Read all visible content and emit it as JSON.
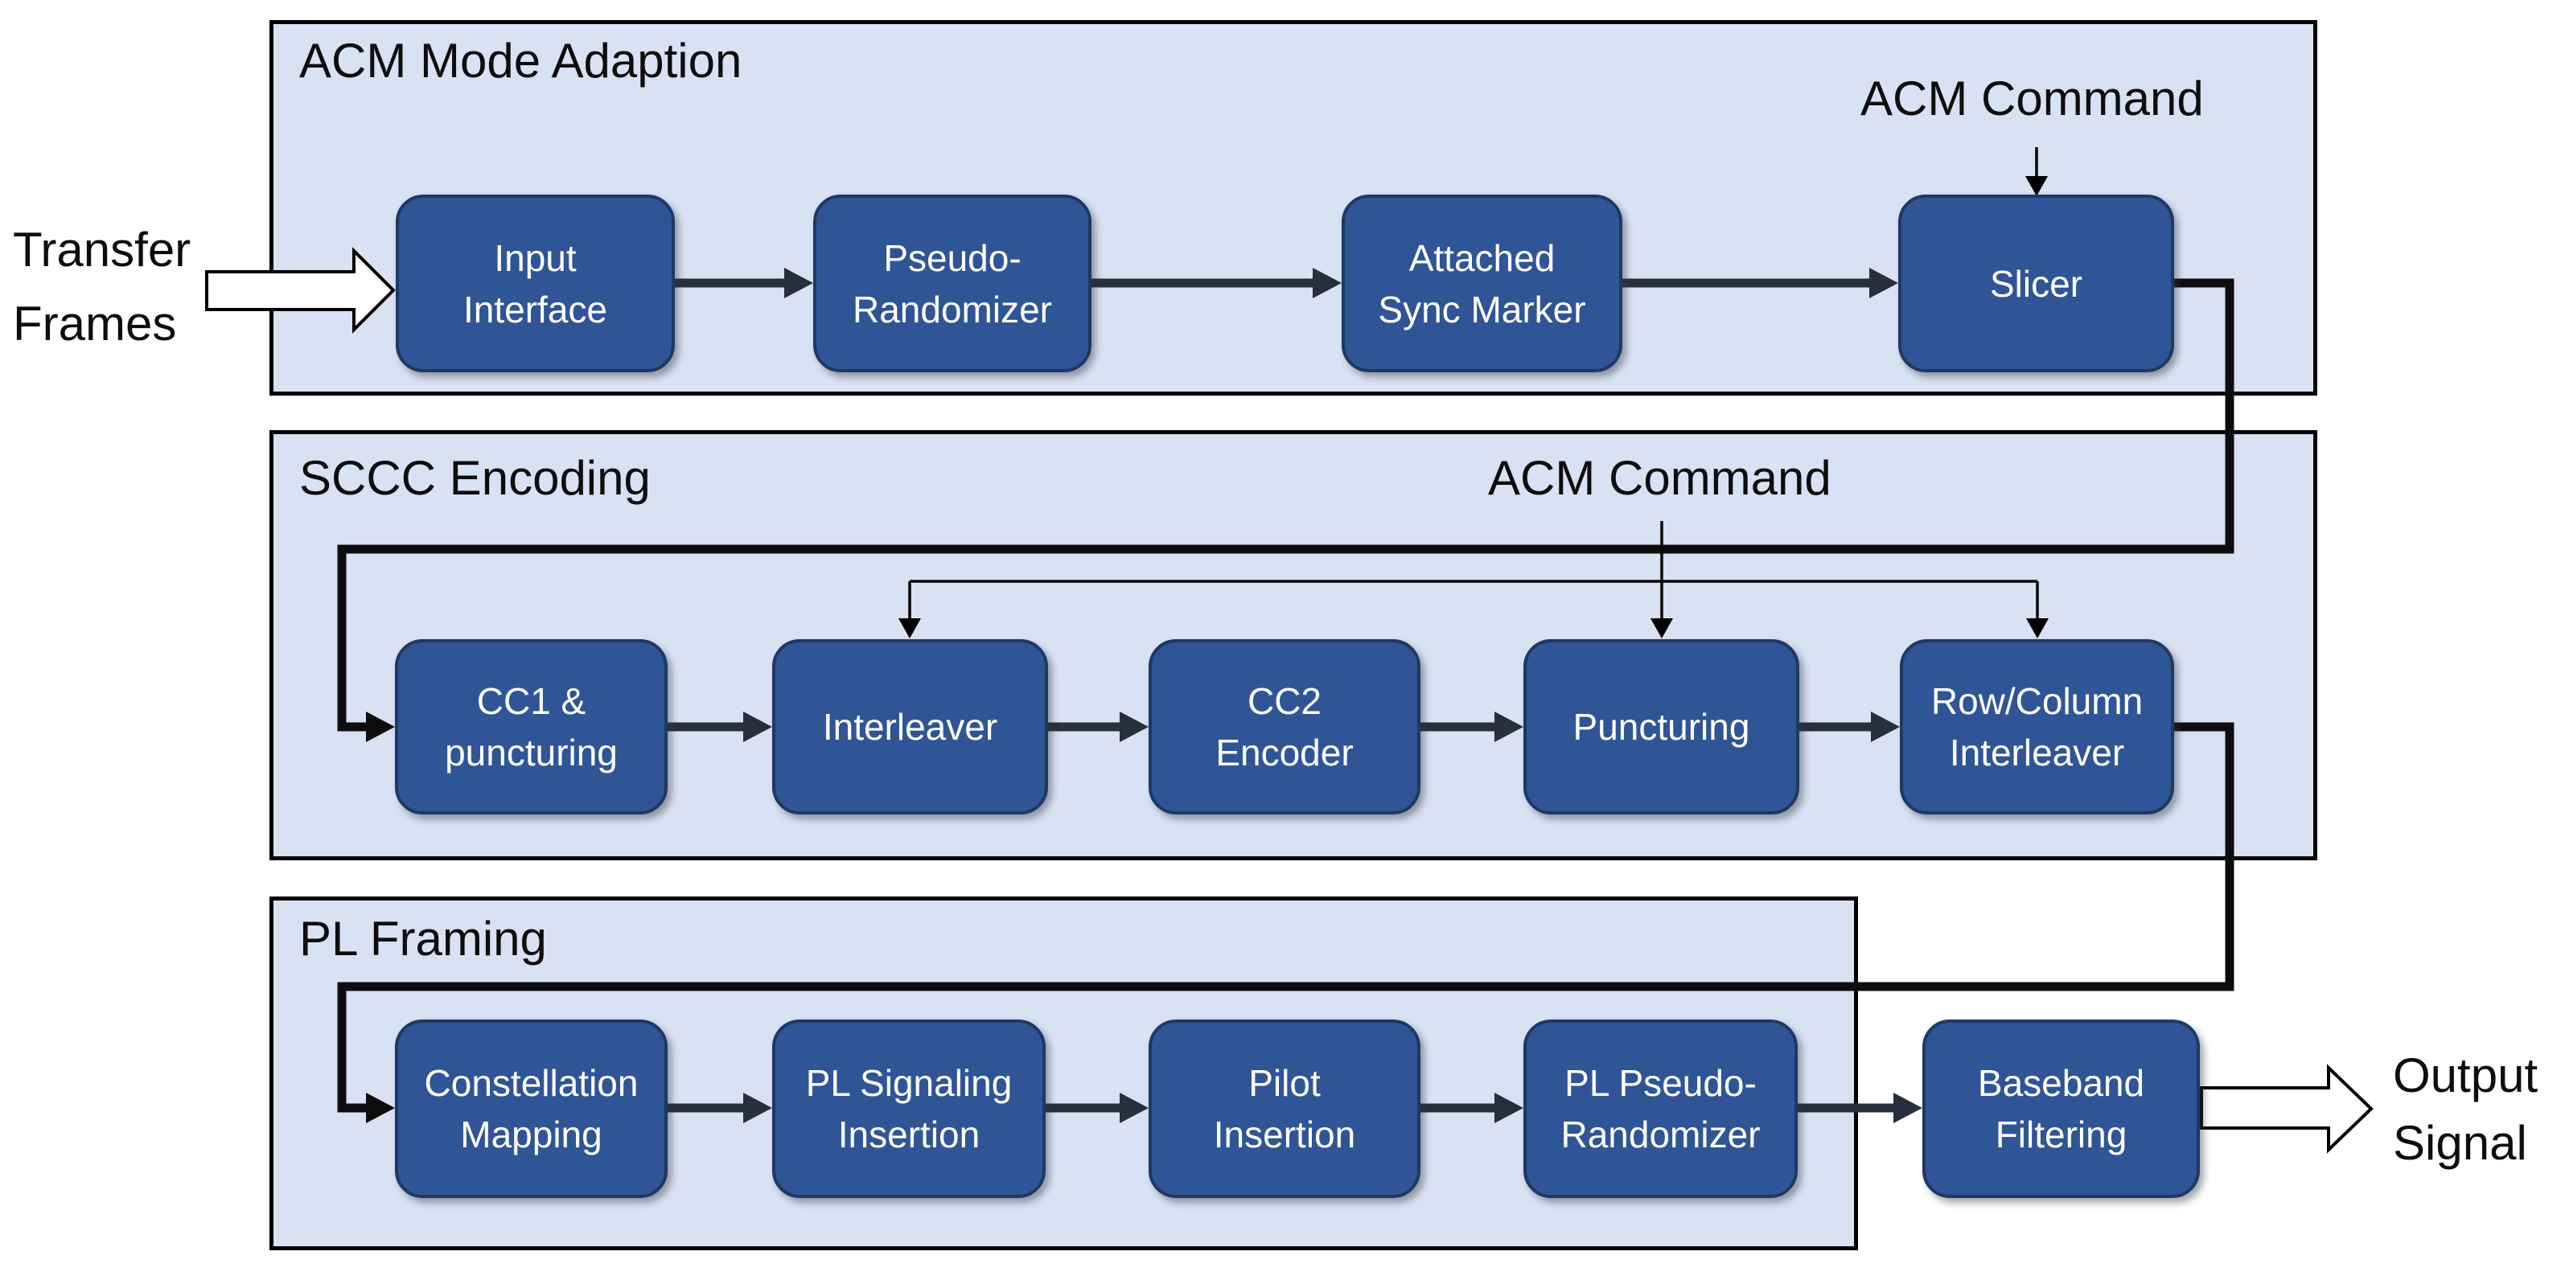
{
  "colors": {
    "section_fill": "#d9e2f3",
    "section_border": "#000000",
    "block_fill": "#2f5597",
    "block_border": "#1f3864",
    "block_text": "#ffffff",
    "wire": "#0d0d0d",
    "arrow": "#272f3d",
    "label_text": "#0d0d0d"
  },
  "sections": {
    "acm": {
      "title": "ACM Mode Adaption",
      "blocks": [
        {
          "label": "Input\nInterface"
        },
        {
          "label": "Pseudo-\nRandomizer"
        },
        {
          "label": "Attached\nSync Marker"
        },
        {
          "label": "Slicer"
        }
      ]
    },
    "sccc": {
      "title": "SCCC Encoding",
      "blocks": [
        {
          "label": "CC1 &\npuncturing"
        },
        {
          "label": "Interleaver"
        },
        {
          "label": "CC2\nEncoder"
        },
        {
          "label": "Puncturing"
        },
        {
          "label": "Row/Column\nInterleaver"
        }
      ]
    },
    "pl": {
      "title": "PL Framing",
      "blocks": [
        {
          "label": "Constellation\nMapping"
        },
        {
          "label": "PL Signaling\nInsertion"
        },
        {
          "label": "Pilot\nInsertion"
        },
        {
          "label": "PL Pseudo-\nRandomizer"
        }
      ]
    }
  },
  "output_stage": {
    "baseband_filtering": {
      "label": "Baseband\nFiltering"
    }
  },
  "labels": {
    "transfer_frames": "Transfer\nFrames",
    "acm_command_top": "ACM Command",
    "acm_command_sccc": "ACM Command",
    "output_signal": "Output\nSignal"
  }
}
